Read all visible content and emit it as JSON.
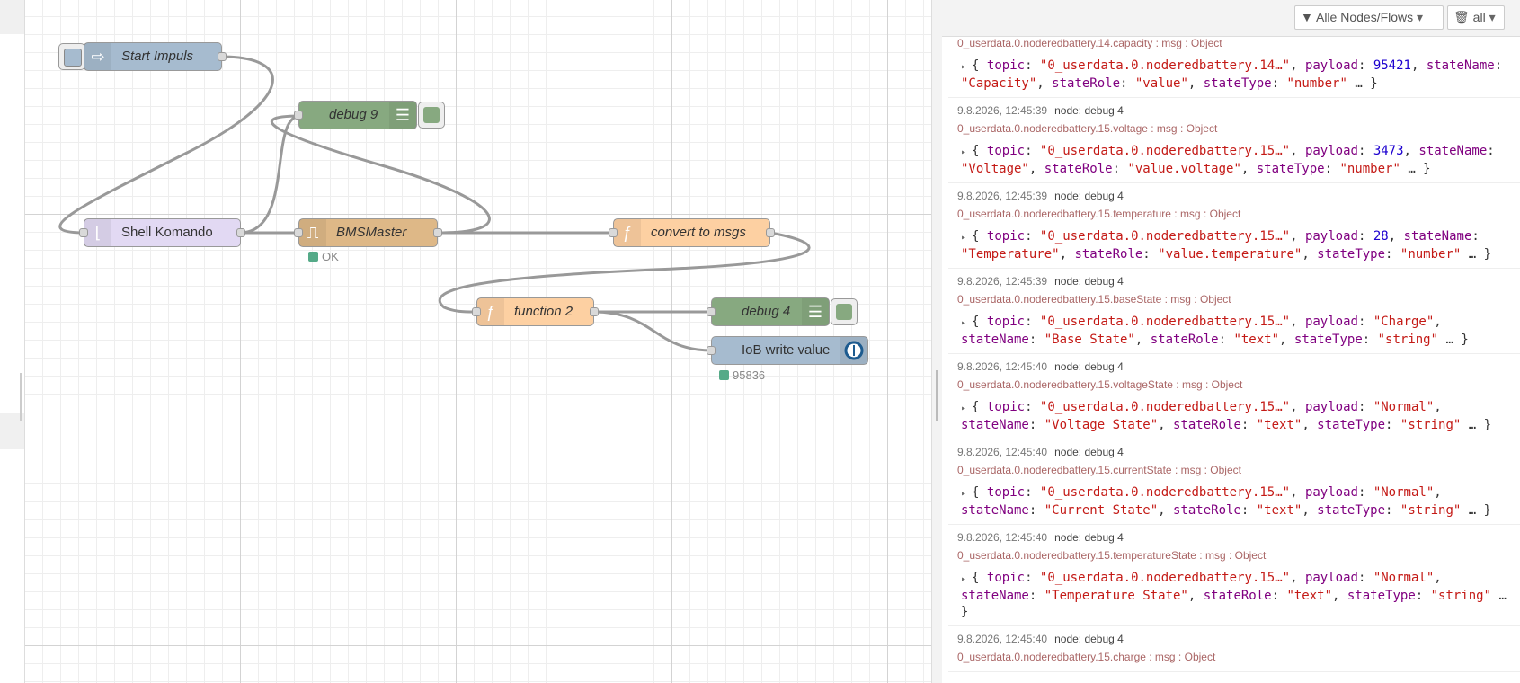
{
  "nodes": {
    "start": "Start Impuls",
    "debug9": "debug 9",
    "shell": "Shell Komando",
    "bms": "BMSMaster",
    "bms_status": "OK",
    "convert": "convert to msgs",
    "function2": "function 2",
    "debug4": "debug 4",
    "iob": "IoB write value",
    "iob_status": "95836"
  },
  "sidebar": {
    "filter": "Alle Nodes/Flows",
    "clear": "all"
  },
  "messages": [
    {
      "topic": "0_userdata.0.noderedbattery.14.capacity : msg : Object",
      "partial": true,
      "line1": [
        [
          "p",
          "{ "
        ],
        [
          "k",
          "topic"
        ],
        [
          "p",
          ": "
        ],
        [
          "s",
          "\"0_userdata.0.noderedbattery.14…\""
        ],
        [
          "p",
          ", "
        ],
        [
          "k",
          "payload"
        ],
        [
          "p",
          ": "
        ],
        [
          "n",
          "95421"
        ],
        [
          "p",
          ", "
        ],
        [
          "k",
          "stateName"
        ],
        [
          "p",
          ":"
        ]
      ],
      "line2": [
        [
          "s",
          "\"Capacity\""
        ],
        [
          "p",
          ", "
        ],
        [
          "k",
          "stateRole"
        ],
        [
          "p",
          ": "
        ],
        [
          "s",
          "\"value\""
        ],
        [
          "p",
          ", "
        ],
        [
          "k",
          "stateType"
        ],
        [
          "p",
          ": "
        ],
        [
          "s",
          "\"number\""
        ],
        [
          "p",
          " … }"
        ]
      ]
    },
    {
      "time": "9.8.2026, 12:45:39",
      "node": "node: debug 4",
      "topic": "0_userdata.0.noderedbattery.15.voltage : msg : Object",
      "line1": [
        [
          "p",
          "{ "
        ],
        [
          "k",
          "topic"
        ],
        [
          "p",
          ": "
        ],
        [
          "s",
          "\"0_userdata.0.noderedbattery.15…\""
        ],
        [
          "p",
          ", "
        ],
        [
          "k",
          "payload"
        ],
        [
          "p",
          ": "
        ],
        [
          "n",
          "3473"
        ],
        [
          "p",
          ", "
        ],
        [
          "k",
          "stateName"
        ],
        [
          "p",
          ":"
        ]
      ],
      "line2": [
        [
          "s",
          "\"Voltage\""
        ],
        [
          "p",
          ", "
        ],
        [
          "k",
          "stateRole"
        ],
        [
          "p",
          ": "
        ],
        [
          "s",
          "\"value.voltage\""
        ],
        [
          "p",
          ", "
        ],
        [
          "k",
          "stateType"
        ],
        [
          "p",
          ": "
        ],
        [
          "s",
          "\"number\""
        ],
        [
          "p",
          " … }"
        ]
      ]
    },
    {
      "time": "9.8.2026, 12:45:39",
      "node": "node: debug 4",
      "topic": "0_userdata.0.noderedbattery.15.temperature : msg : Object",
      "line1": [
        [
          "p",
          "{ "
        ],
        [
          "k",
          "topic"
        ],
        [
          "p",
          ": "
        ],
        [
          "s",
          "\"0_userdata.0.noderedbattery.15…\""
        ],
        [
          "p",
          ", "
        ],
        [
          "k",
          "payload"
        ],
        [
          "p",
          ": "
        ],
        [
          "n",
          "28"
        ],
        [
          "p",
          ", "
        ],
        [
          "k",
          "stateName"
        ],
        [
          "p",
          ":"
        ]
      ],
      "line2": [
        [
          "s",
          "\"Temperature\""
        ],
        [
          "p",
          ", "
        ],
        [
          "k",
          "stateRole"
        ],
        [
          "p",
          ": "
        ],
        [
          "s",
          "\"value.temperature\""
        ],
        [
          "p",
          ", "
        ],
        [
          "k",
          "stateType"
        ],
        [
          "p",
          ": "
        ],
        [
          "s",
          "\"number\""
        ],
        [
          "p",
          " … }"
        ]
      ]
    },
    {
      "time": "9.8.2026, 12:45:39",
      "node": "node: debug 4",
      "topic": "0_userdata.0.noderedbattery.15.baseState : msg : Object",
      "line1": [
        [
          "p",
          "{ "
        ],
        [
          "k",
          "topic"
        ],
        [
          "p",
          ": "
        ],
        [
          "s",
          "\"0_userdata.0.noderedbattery.15…\""
        ],
        [
          "p",
          ", "
        ],
        [
          "k",
          "payload"
        ],
        [
          "p",
          ": "
        ],
        [
          "s",
          "\"Charge\""
        ],
        [
          "p",
          ","
        ]
      ],
      "line2": [
        [
          "k",
          "stateName"
        ],
        [
          "p",
          ": "
        ],
        [
          "s",
          "\"Base State\""
        ],
        [
          "p",
          ", "
        ],
        [
          "k",
          "stateRole"
        ],
        [
          "p",
          ": "
        ],
        [
          "s",
          "\"text\""
        ],
        [
          "p",
          ", "
        ],
        [
          "k",
          "stateType"
        ],
        [
          "p",
          ": "
        ],
        [
          "s",
          "\"string\""
        ],
        [
          "p",
          " … }"
        ]
      ]
    },
    {
      "time": "9.8.2026, 12:45:40",
      "node": "node: debug 4",
      "topic": "0_userdata.0.noderedbattery.15.voltageState : msg : Object",
      "line1": [
        [
          "p",
          "{ "
        ],
        [
          "k",
          "topic"
        ],
        [
          "p",
          ": "
        ],
        [
          "s",
          "\"0_userdata.0.noderedbattery.15…\""
        ],
        [
          "p",
          ", "
        ],
        [
          "k",
          "payload"
        ],
        [
          "p",
          ": "
        ],
        [
          "s",
          "\"Normal\""
        ],
        [
          "p",
          ","
        ]
      ],
      "line2": [
        [
          "k",
          "stateName"
        ],
        [
          "p",
          ": "
        ],
        [
          "s",
          "\"Voltage State\""
        ],
        [
          "p",
          ", "
        ],
        [
          "k",
          "stateRole"
        ],
        [
          "p",
          ": "
        ],
        [
          "s",
          "\"text\""
        ],
        [
          "p",
          ", "
        ],
        [
          "k",
          "stateType"
        ],
        [
          "p",
          ": "
        ],
        [
          "s",
          "\"string\""
        ],
        [
          "p",
          " … }"
        ]
      ]
    },
    {
      "time": "9.8.2026, 12:45:40",
      "node": "node: debug 4",
      "topic": "0_userdata.0.noderedbattery.15.currentState : msg : Object",
      "line1": [
        [
          "p",
          "{ "
        ],
        [
          "k",
          "topic"
        ],
        [
          "p",
          ": "
        ],
        [
          "s",
          "\"0_userdata.0.noderedbattery.15…\""
        ],
        [
          "p",
          ", "
        ],
        [
          "k",
          "payload"
        ],
        [
          "p",
          ": "
        ],
        [
          "s",
          "\"Normal\""
        ],
        [
          "p",
          ","
        ]
      ],
      "line2": [
        [
          "k",
          "stateName"
        ],
        [
          "p",
          ": "
        ],
        [
          "s",
          "\"Current State\""
        ],
        [
          "p",
          ", "
        ],
        [
          "k",
          "stateRole"
        ],
        [
          "p",
          ": "
        ],
        [
          "s",
          "\"text\""
        ],
        [
          "p",
          ", "
        ],
        [
          "k",
          "stateType"
        ],
        [
          "p",
          ": "
        ],
        [
          "s",
          "\"string\""
        ],
        [
          "p",
          " … }"
        ]
      ]
    },
    {
      "time": "9.8.2026, 12:45:40",
      "node": "node: debug 4",
      "topic": "0_userdata.0.noderedbattery.15.temperatureState : msg : Object",
      "line1": [
        [
          "p",
          "{ "
        ],
        [
          "k",
          "topic"
        ],
        [
          "p",
          ": "
        ],
        [
          "s",
          "\"0_userdata.0.noderedbattery.15…\""
        ],
        [
          "p",
          ", "
        ],
        [
          "k",
          "payload"
        ],
        [
          "p",
          ": "
        ],
        [
          "s",
          "\"Normal\""
        ],
        [
          "p",
          ","
        ]
      ],
      "line2": [
        [
          "k",
          "stateName"
        ],
        [
          "p",
          ": "
        ],
        [
          "s",
          "\"Temperature State\""
        ],
        [
          "p",
          ", "
        ],
        [
          "k",
          "stateRole"
        ],
        [
          "p",
          ": "
        ],
        [
          "s",
          "\"text\""
        ],
        [
          "p",
          ", "
        ],
        [
          "k",
          "stateType"
        ],
        [
          "p",
          ": "
        ],
        [
          "s",
          "\"string\""
        ],
        [
          "p",
          " …"
        ]
      ],
      "line3": [
        [
          "p",
          "}"
        ]
      ]
    },
    {
      "time": "9.8.2026, 12:45:40",
      "node": "node: debug 4",
      "topic": "0_userdata.0.noderedbattery.15.charge : msg : Object"
    }
  ]
}
